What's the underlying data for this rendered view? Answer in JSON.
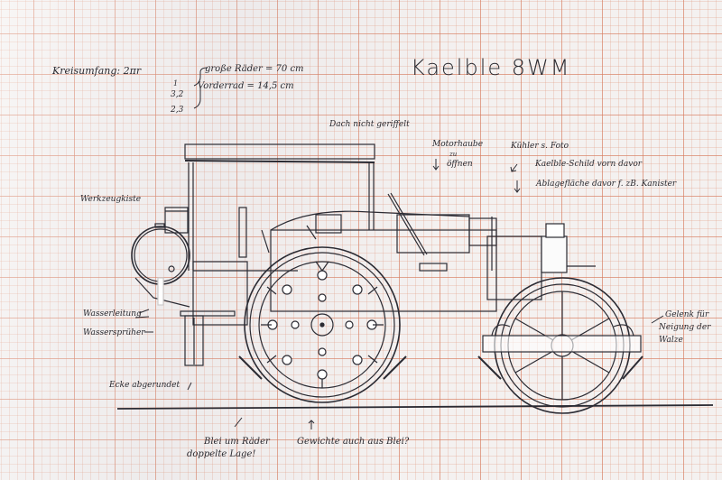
{
  "title": "Kaelble 8WM",
  "formula": {
    "label": "Kreisumfang: 2πr",
    "big_wheels": "große Räder = 70 cm",
    "front_wheel": "Vorderrad = 14,5 cm",
    "ratio_1": "1",
    "ratio_2": "3,2",
    "ratio_3": "2,3"
  },
  "notes": {
    "roof": "Dach nicht geriffelt",
    "hood_1": "Motorhaube",
    "hood_2": "zu",
    "hood_3": "öffnen",
    "radiator": "Kühler s. Foto",
    "badge": "Kaelble-Schild vorn davor",
    "shelf": "Ablagefläche davor f. zB. Kanister",
    "toolbox": "Werkzeugkiste",
    "water_line": "Wasserleitung",
    "water_sprayer": "Wassersprüher",
    "corner": "Ecke abgerundet",
    "lead_1": "Blei um Räder",
    "lead_2": "doppelte Lage!",
    "weights": "Gewichte auch aus Blei?",
    "joint_1": "Gelenk für",
    "joint_2": "Neigung der",
    "joint_3": "Walze"
  }
}
